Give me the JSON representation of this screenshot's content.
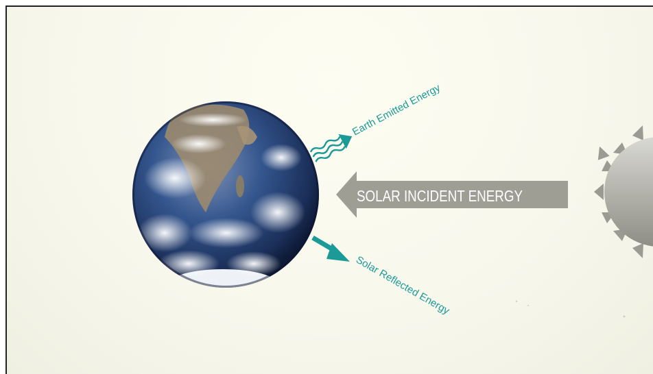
{
  "diagram": {
    "incident_label": "SOLAR INCIDENT ENERGY",
    "emitted_label": "Earth Emitted Energy",
    "reflected_label": "Solar Reflected Energy"
  },
  "colors": {
    "accent_teal": "#1b9a98",
    "arrow_gray": "#9e9e95",
    "background": "#f8f8ee",
    "earth_ocean": "#2a4f8c",
    "sun_gray": "#9b9b93"
  }
}
